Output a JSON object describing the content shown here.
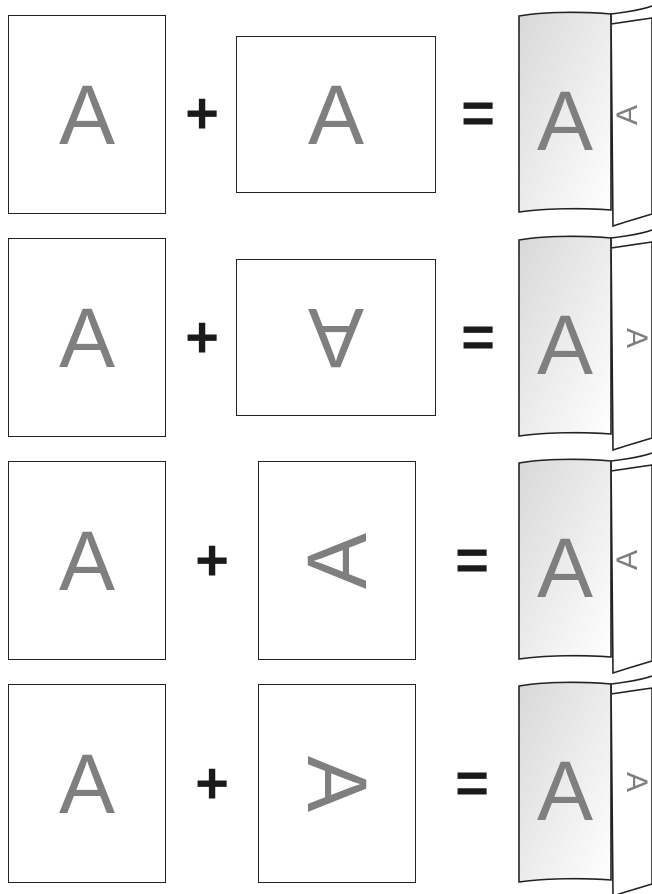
{
  "operators": {
    "plus": "+",
    "equals": "="
  },
  "colors": {
    "glyph": "#7f7f7f",
    "stroke": "#222222",
    "operator": "#1a1a1a",
    "fold_shade": "#d8d8d8"
  },
  "rows": [
    {
      "page1": {
        "letter": "A",
        "orientation": "upright",
        "format": "portrait"
      },
      "page2": {
        "letter": "A",
        "orientation": "upright",
        "format": "landscape"
      },
      "result": {
        "front_letter": "A",
        "back_letter": "A",
        "back_rotation": "rotated-90-ccw"
      }
    },
    {
      "page1": {
        "letter": "A",
        "orientation": "upright",
        "format": "portrait"
      },
      "page2": {
        "letter": "A",
        "orientation": "upside-down",
        "format": "landscape"
      },
      "result": {
        "front_letter": "A",
        "back_letter": "A",
        "back_rotation": "rotated-90-cw"
      }
    },
    {
      "page1": {
        "letter": "A",
        "orientation": "upright",
        "format": "portrait"
      },
      "page2": {
        "letter": "A",
        "orientation": "rotated-90-ccw",
        "format": "portrait"
      },
      "result": {
        "front_letter": "A",
        "back_letter": "A",
        "back_rotation": "rotated-90-ccw"
      }
    },
    {
      "page1": {
        "letter": "A",
        "orientation": "upright",
        "format": "portrait"
      },
      "page2": {
        "letter": "A",
        "orientation": "rotated-90-cw",
        "format": "portrait"
      },
      "result": {
        "front_letter": "A",
        "back_letter": "A",
        "back_rotation": "rotated-90-cw"
      }
    }
  ]
}
